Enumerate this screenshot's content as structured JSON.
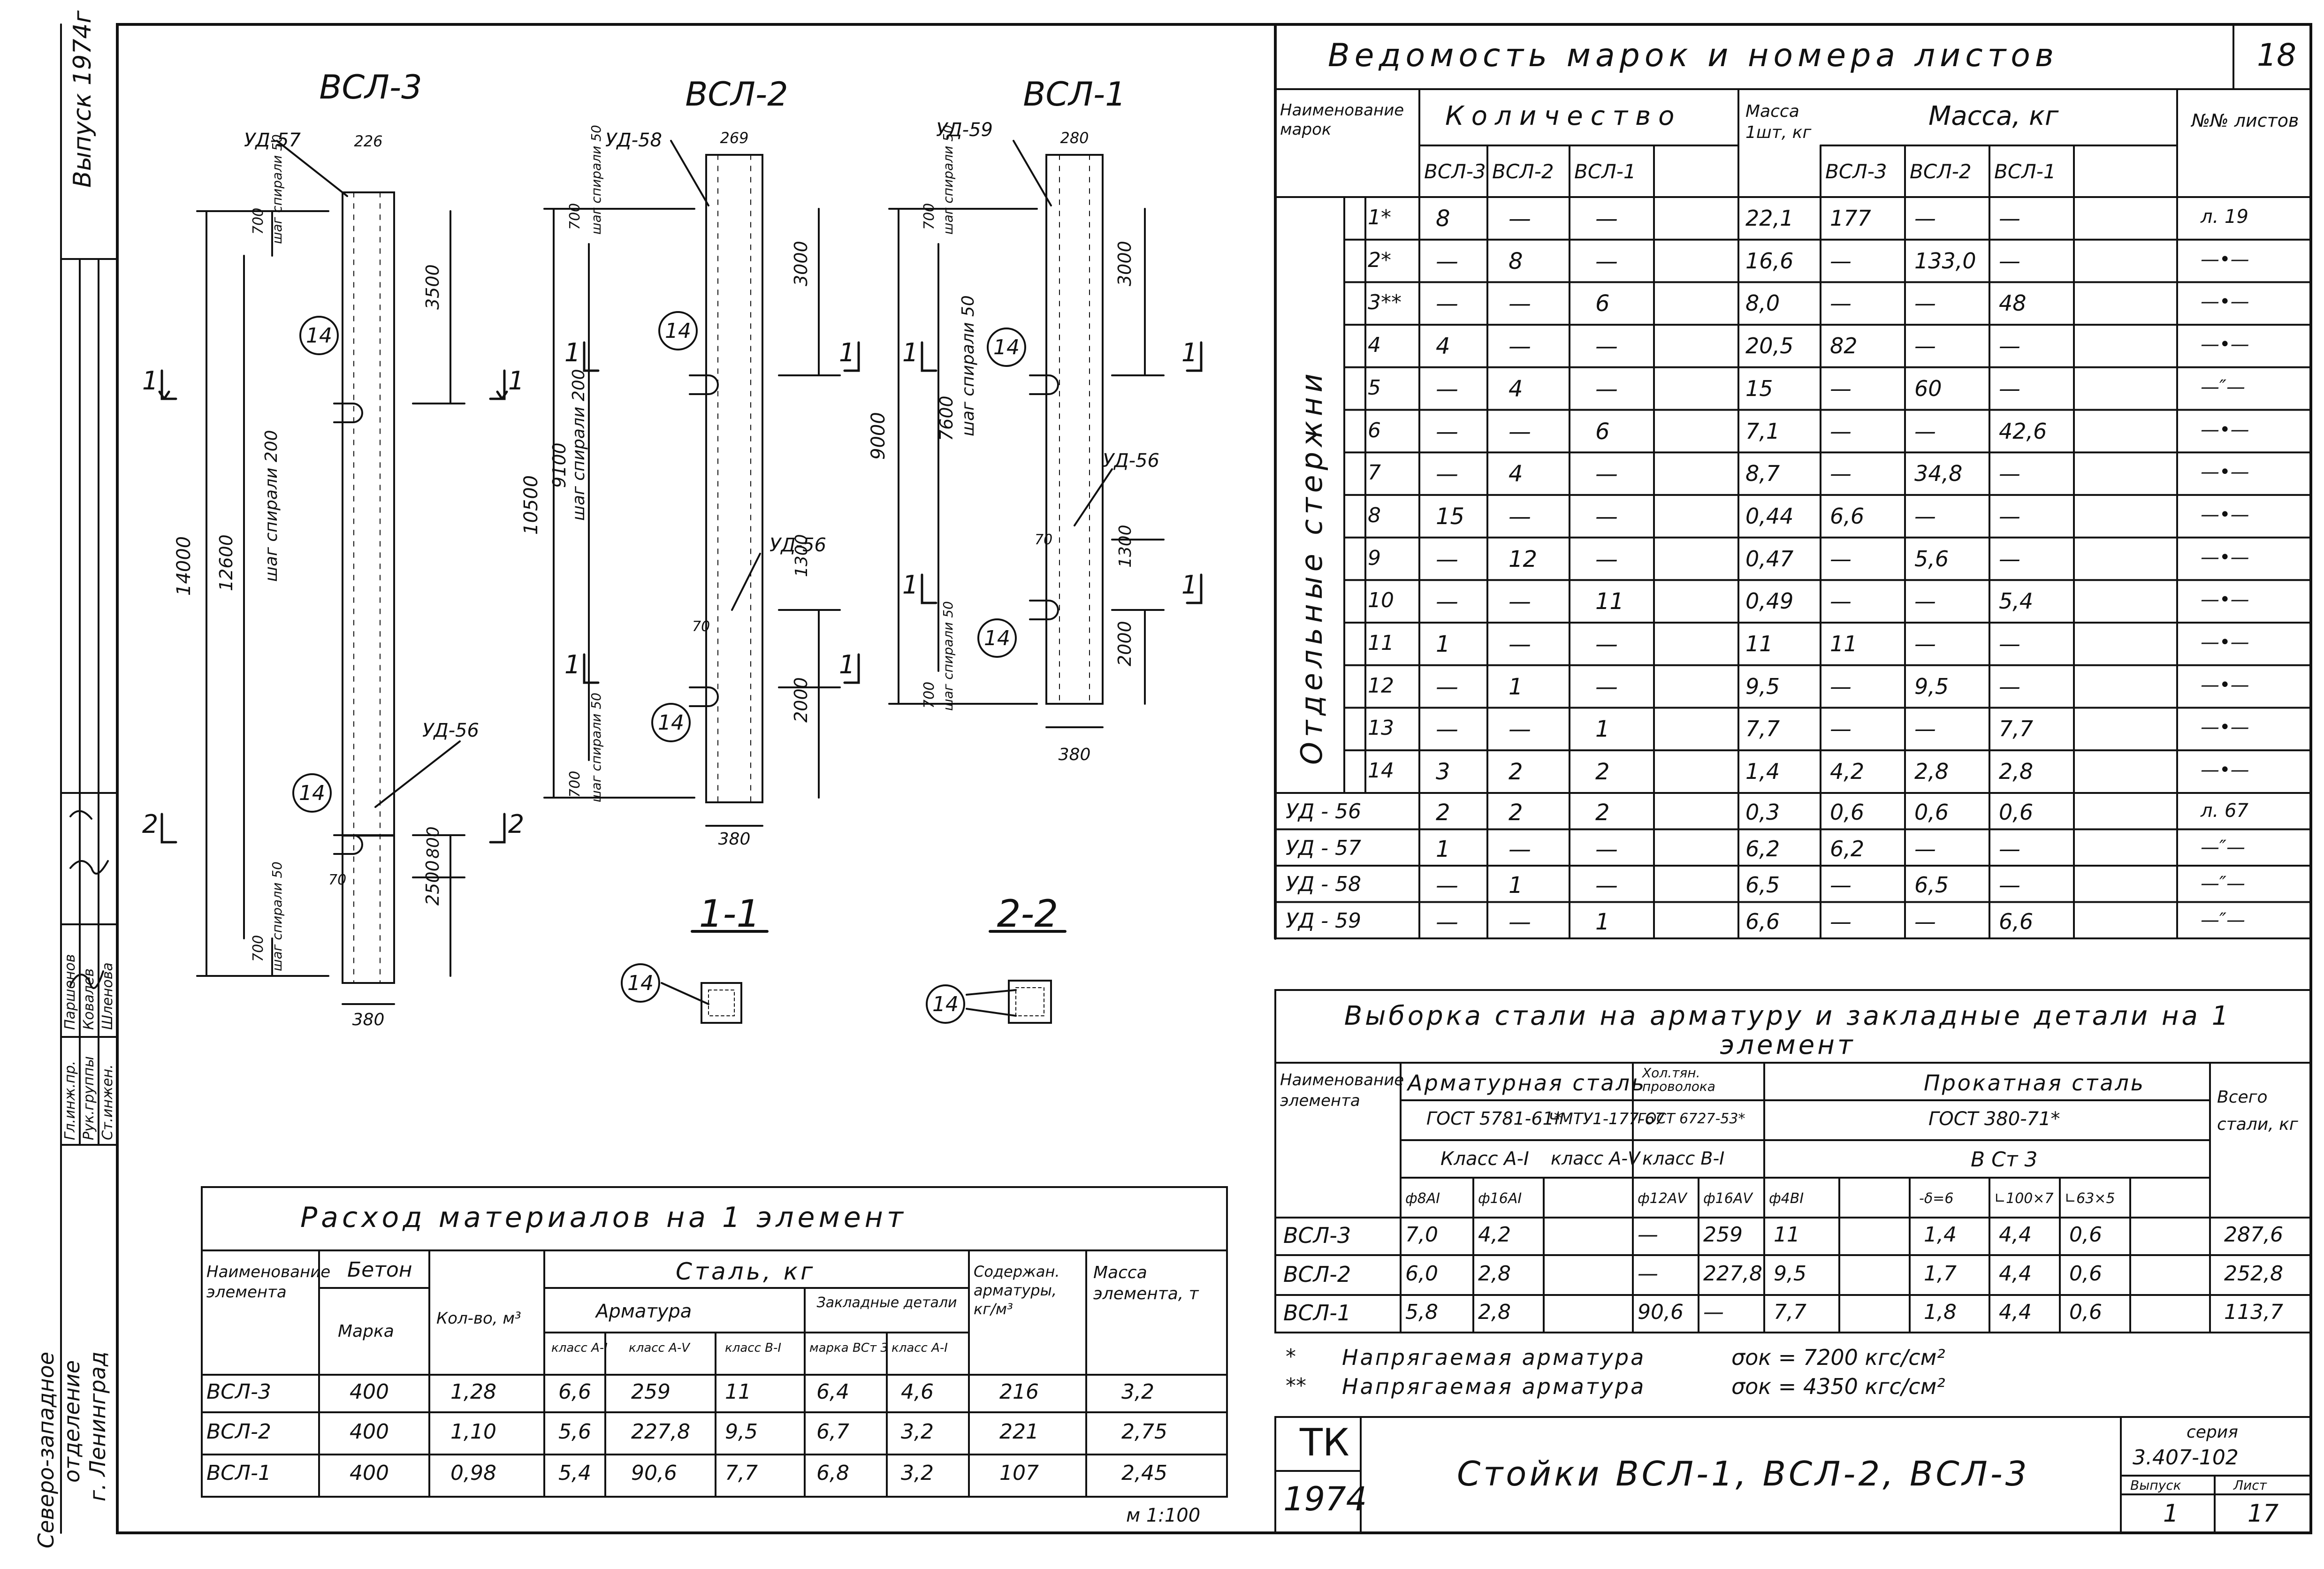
{
  "side_stamp": {
    "issue": "Выпуск 1974г",
    "org_lines": [
      "Северо-западное",
      "отделение",
      "г. Ленинград"
    ],
    "roles": [
      "Гл.инж.пр.",
      "Рук.группы",
      "Ст.инжен."
    ],
    "names": [
      "Паршенов",
      "Ковалев",
      "Шленова"
    ]
  },
  "drawing": {
    "columns": [
      {
        "mark": "ВСЛ-3",
        "top_width": "226",
        "bottom_width": "380",
        "total_height": "14000",
        "pitch_main": "шаг спирали 200",
        "length_main": "12600",
        "upper_seg": "3500",
        "mid_seg": "800",
        "lower_seg": "2500",
        "top_seg": "700",
        "top_pitch": "шаг спирали 50",
        "bottom_seg": "700",
        "bottom_pitch": "шаг спирали 50",
        "insert_top": "УД-57",
        "insert_bottom": "УД-56",
        "small_dim": "70"
      },
      {
        "mark": "ВСЛ-2",
        "top_width": "269",
        "bottom_width": "380",
        "total_height": "10500",
        "pitch_main": "шаг спирали 200",
        "length_main": "9100",
        "upper_seg": "3000",
        "mid_seg": "1300",
        "lower_seg": "2000",
        "top_seg": "700",
        "top_pitch": "шаг спирали 50",
        "bottom_seg": "700",
        "bottom_pitch": "шаг спирали 50",
        "insert_top": "УД-58",
        "insert_bottom": "УД-56",
        "small_dim": "70"
      },
      {
        "mark": "ВСЛ-1",
        "top_width": "280",
        "bottom_width": "380",
        "total_height": "9000",
        "pitch_main": "шаг спирали 50",
        "length_main": "7600",
        "upper_seg": "3000",
        "mid_seg": "1300",
        "lower_seg": "2000",
        "top_seg": "700",
        "top_pitch": "шаг спирали 50",
        "bottom_seg": "700",
        "bottom_pitch": "шаг спирали 50",
        "insert_top": "УД-59",
        "insert_bottom": "УД-56",
        "small_dim": "70"
      }
    ],
    "bubble": "14",
    "section_marks": [
      "1",
      "2"
    ],
    "sections": [
      "1-1",
      "2-2"
    ]
  },
  "materials_table": {
    "title": "Расход материалов на 1 элемент",
    "headers": {
      "name": "Наименование элемента",
      "concrete": "Бетон",
      "concrete_grade": "Марка",
      "concrete_volume": "Кол-во, м³",
      "steel": "Сталь, кг",
      "rebar": "Арматура",
      "embeds": "Закладные детали",
      "rebar_classes": [
        "класс А-I",
        "класс А-V",
        "класс В-I"
      ],
      "embed_classes": [
        "марка ВСт 3",
        "класс А-I"
      ],
      "reinforcement": "Содержан. арматуры, кг/м³",
      "mass": "Масса элемента, т"
    },
    "rows": [
      [
        "ВСЛ-3",
        "400",
        "1,28",
        "6,6",
        "259",
        "11",
        "6,4",
        "4,6",
        "216",
        "3,2"
      ],
      [
        "ВСЛ-2",
        "400",
        "1,10",
        "5,6",
        "227,8",
        "9,5",
        "6,7",
        "3,2",
        "221",
        "2,75"
      ],
      [
        "ВСЛ-1",
        "400",
        "0,98",
        "5,4",
        "90,6",
        "7,7",
        "6,8",
        "3,2",
        "107",
        "2,45"
      ]
    ],
    "scale_note": "м 1:100"
  },
  "marks_table": {
    "title": "Ведомость марок и номера листов",
    "page_no": "18",
    "headers": {
      "name": "Наименование марок",
      "qty": "Количество",
      "unit_mass": "Масса 1шт, кг",
      "mass": "Масса, кг",
      "sheets": "№№ листов",
      "group": "Отдельные стержни"
    },
    "cols": [
      "ВСЛ-3",
      "ВСЛ-2",
      "ВСЛ-1"
    ],
    "rows": [
      {
        "n": "1*",
        "q": [
          "8",
          "—",
          "—"
        ],
        "u": "22,1",
        "m": [
          "177",
          "—",
          "—"
        ],
        "s": "л. 19"
      },
      {
        "n": "2*",
        "q": [
          "—",
          "8",
          "—"
        ],
        "u": "16,6",
        "m": [
          "—",
          "133,0",
          "—"
        ],
        "s": "—•—"
      },
      {
        "n": "3**",
        "q": [
          "—",
          "—",
          "6"
        ],
        "u": "8,0",
        "m": [
          "—",
          "—",
          "48"
        ],
        "s": "—•—"
      },
      {
        "n": "4",
        "q": [
          "4",
          "—",
          "—"
        ],
        "u": "20,5",
        "m": [
          "82",
          "—",
          "—"
        ],
        "s": "—•—"
      },
      {
        "n": "5",
        "q": [
          "—",
          "4",
          "—"
        ],
        "u": "15",
        "m": [
          "—",
          "60",
          "—"
        ],
        "s": "—″—"
      },
      {
        "n": "6",
        "q": [
          "—",
          "—",
          "6"
        ],
        "u": "7,1",
        "m": [
          "—",
          "—",
          "42,6"
        ],
        "s": "—•—"
      },
      {
        "n": "7",
        "q": [
          "—",
          "4",
          "—"
        ],
        "u": "8,7",
        "m": [
          "—",
          "34,8",
          "—"
        ],
        "s": "—•—"
      },
      {
        "n": "8",
        "q": [
          "15",
          "—",
          "—"
        ],
        "u": "0,44",
        "m": [
          "6,6",
          "—",
          "—"
        ],
        "s": "—•—"
      },
      {
        "n": "9",
        "q": [
          "—",
          "12",
          "—"
        ],
        "u": "0,47",
        "m": [
          "—",
          "5,6",
          "—"
        ],
        "s": "—•—"
      },
      {
        "n": "10",
        "q": [
          "—",
          "—",
          "11"
        ],
        "u": "0,49",
        "m": [
          "—",
          "—",
          "5,4"
        ],
        "s": "—•—"
      },
      {
        "n": "11",
        "q": [
          "1",
          "—",
          "—"
        ],
        "u": "11",
        "m": [
          "11",
          "—",
          "—"
        ],
        "s": "—•—"
      },
      {
        "n": "12",
        "q": [
          "—",
          "1",
          "—"
        ],
        "u": "9,5",
        "m": [
          "—",
          "9,5",
          "—"
        ],
        "s": "—•—"
      },
      {
        "n": "13",
        "q": [
          "—",
          "—",
          "1"
        ],
        "u": "7,7",
        "m": [
          "—",
          "—",
          "7,7"
        ],
        "s": "—•—"
      },
      {
        "n": "14",
        "q": [
          "3",
          "2",
          "2"
        ],
        "u": "1,4",
        "m": [
          "4,2",
          "2,8",
          "2,8"
        ],
        "s": "—•—"
      }
    ],
    "ud_rows": [
      {
        "n": "УД - 56",
        "q": [
          "2",
          "2",
          "2"
        ],
        "u": "0,3",
        "m": [
          "0,6",
          "0,6",
          "0,6"
        ],
        "s": "л. 67"
      },
      {
        "n": "УД - 57",
        "q": [
          "1",
          "—",
          "—"
        ],
        "u": "6,2",
        "m": [
          "6,2",
          "—",
          "—"
        ],
        "s": "—″—"
      },
      {
        "n": "УД - 58",
        "q": [
          "—",
          "1",
          "—"
        ],
        "u": "6,5",
        "m": [
          "—",
          "6,5",
          "—"
        ],
        "s": "—″—"
      },
      {
        "n": "УД - 59",
        "q": [
          "—",
          "—",
          "1"
        ],
        "u": "6,6",
        "m": [
          "—",
          "—",
          "6,6"
        ],
        "s": "—″—"
      }
    ]
  },
  "steel_table": {
    "title": "Выборка стали на арматуру и закладные детали на 1 элемент",
    "headers": {
      "name": "Наименование элемента",
      "rebar_steel": "Арматурная сталь",
      "cold_wire": "Хол.тян. проволока",
      "rolled": "Прокатная сталь",
      "total": "Всего стали, кг",
      "gost1": "ГОСТ 5781-61*",
      "gost2": "ЧМТУ1-177-67",
      "gost3": "ГОСТ 6727-53*",
      "gost4": "ГОСТ 380-71*",
      "class1": "Класс А-I",
      "class2": "класс А-V",
      "class3": "класс В-I",
      "class4": "В Ст 3",
      "sub": [
        "ф8АI",
        "ф16АI",
        "",
        "ф12АV",
        "ф16АV",
        "ф4ВI",
        "",
        "-δ=6",
        "∟100×7",
        "∟63×5",
        ""
      ]
    },
    "rows": [
      {
        "n": "ВСЛ-3",
        "v": [
          "7,0",
          "4,2",
          "",
          "—",
          "259",
          "11",
          "",
          "1,4",
          "4,4",
          "0,6"
        ],
        "t": "287,6"
      },
      {
        "n": "ВСЛ-2",
        "v": [
          "6,0",
          "2,8",
          "",
          "—",
          "227,8",
          "9,5",
          "",
          "1,7",
          "4,4",
          "0,6"
        ],
        "t": "252,8"
      },
      {
        "n": "ВСЛ-1",
        "v": [
          "5,8",
          "2,8",
          "",
          "90,6",
          "—",
          "7,7",
          "",
          "1,8",
          "4,4",
          "0,6"
        ],
        "t": "113,7"
      }
    ]
  },
  "notes": [
    {
      "mark": "*",
      "text": "Напрягаемая арматура",
      "formula": "σок = 7200 кгс/см²"
    },
    {
      "mark": "**",
      "text": "Напрягаемая арматура",
      "formula": "σок = 4350 кгс/см²"
    }
  ],
  "title_block": {
    "org": "ТК",
    "year": "1974",
    "title": "Стойки ВСЛ-1, ВСЛ-2, ВСЛ-3",
    "series_label": "серия",
    "series": "3.407-102",
    "issue_label": "Выпуск",
    "issue": "1",
    "sheet_label": "Лист",
    "sheet": "17"
  }
}
